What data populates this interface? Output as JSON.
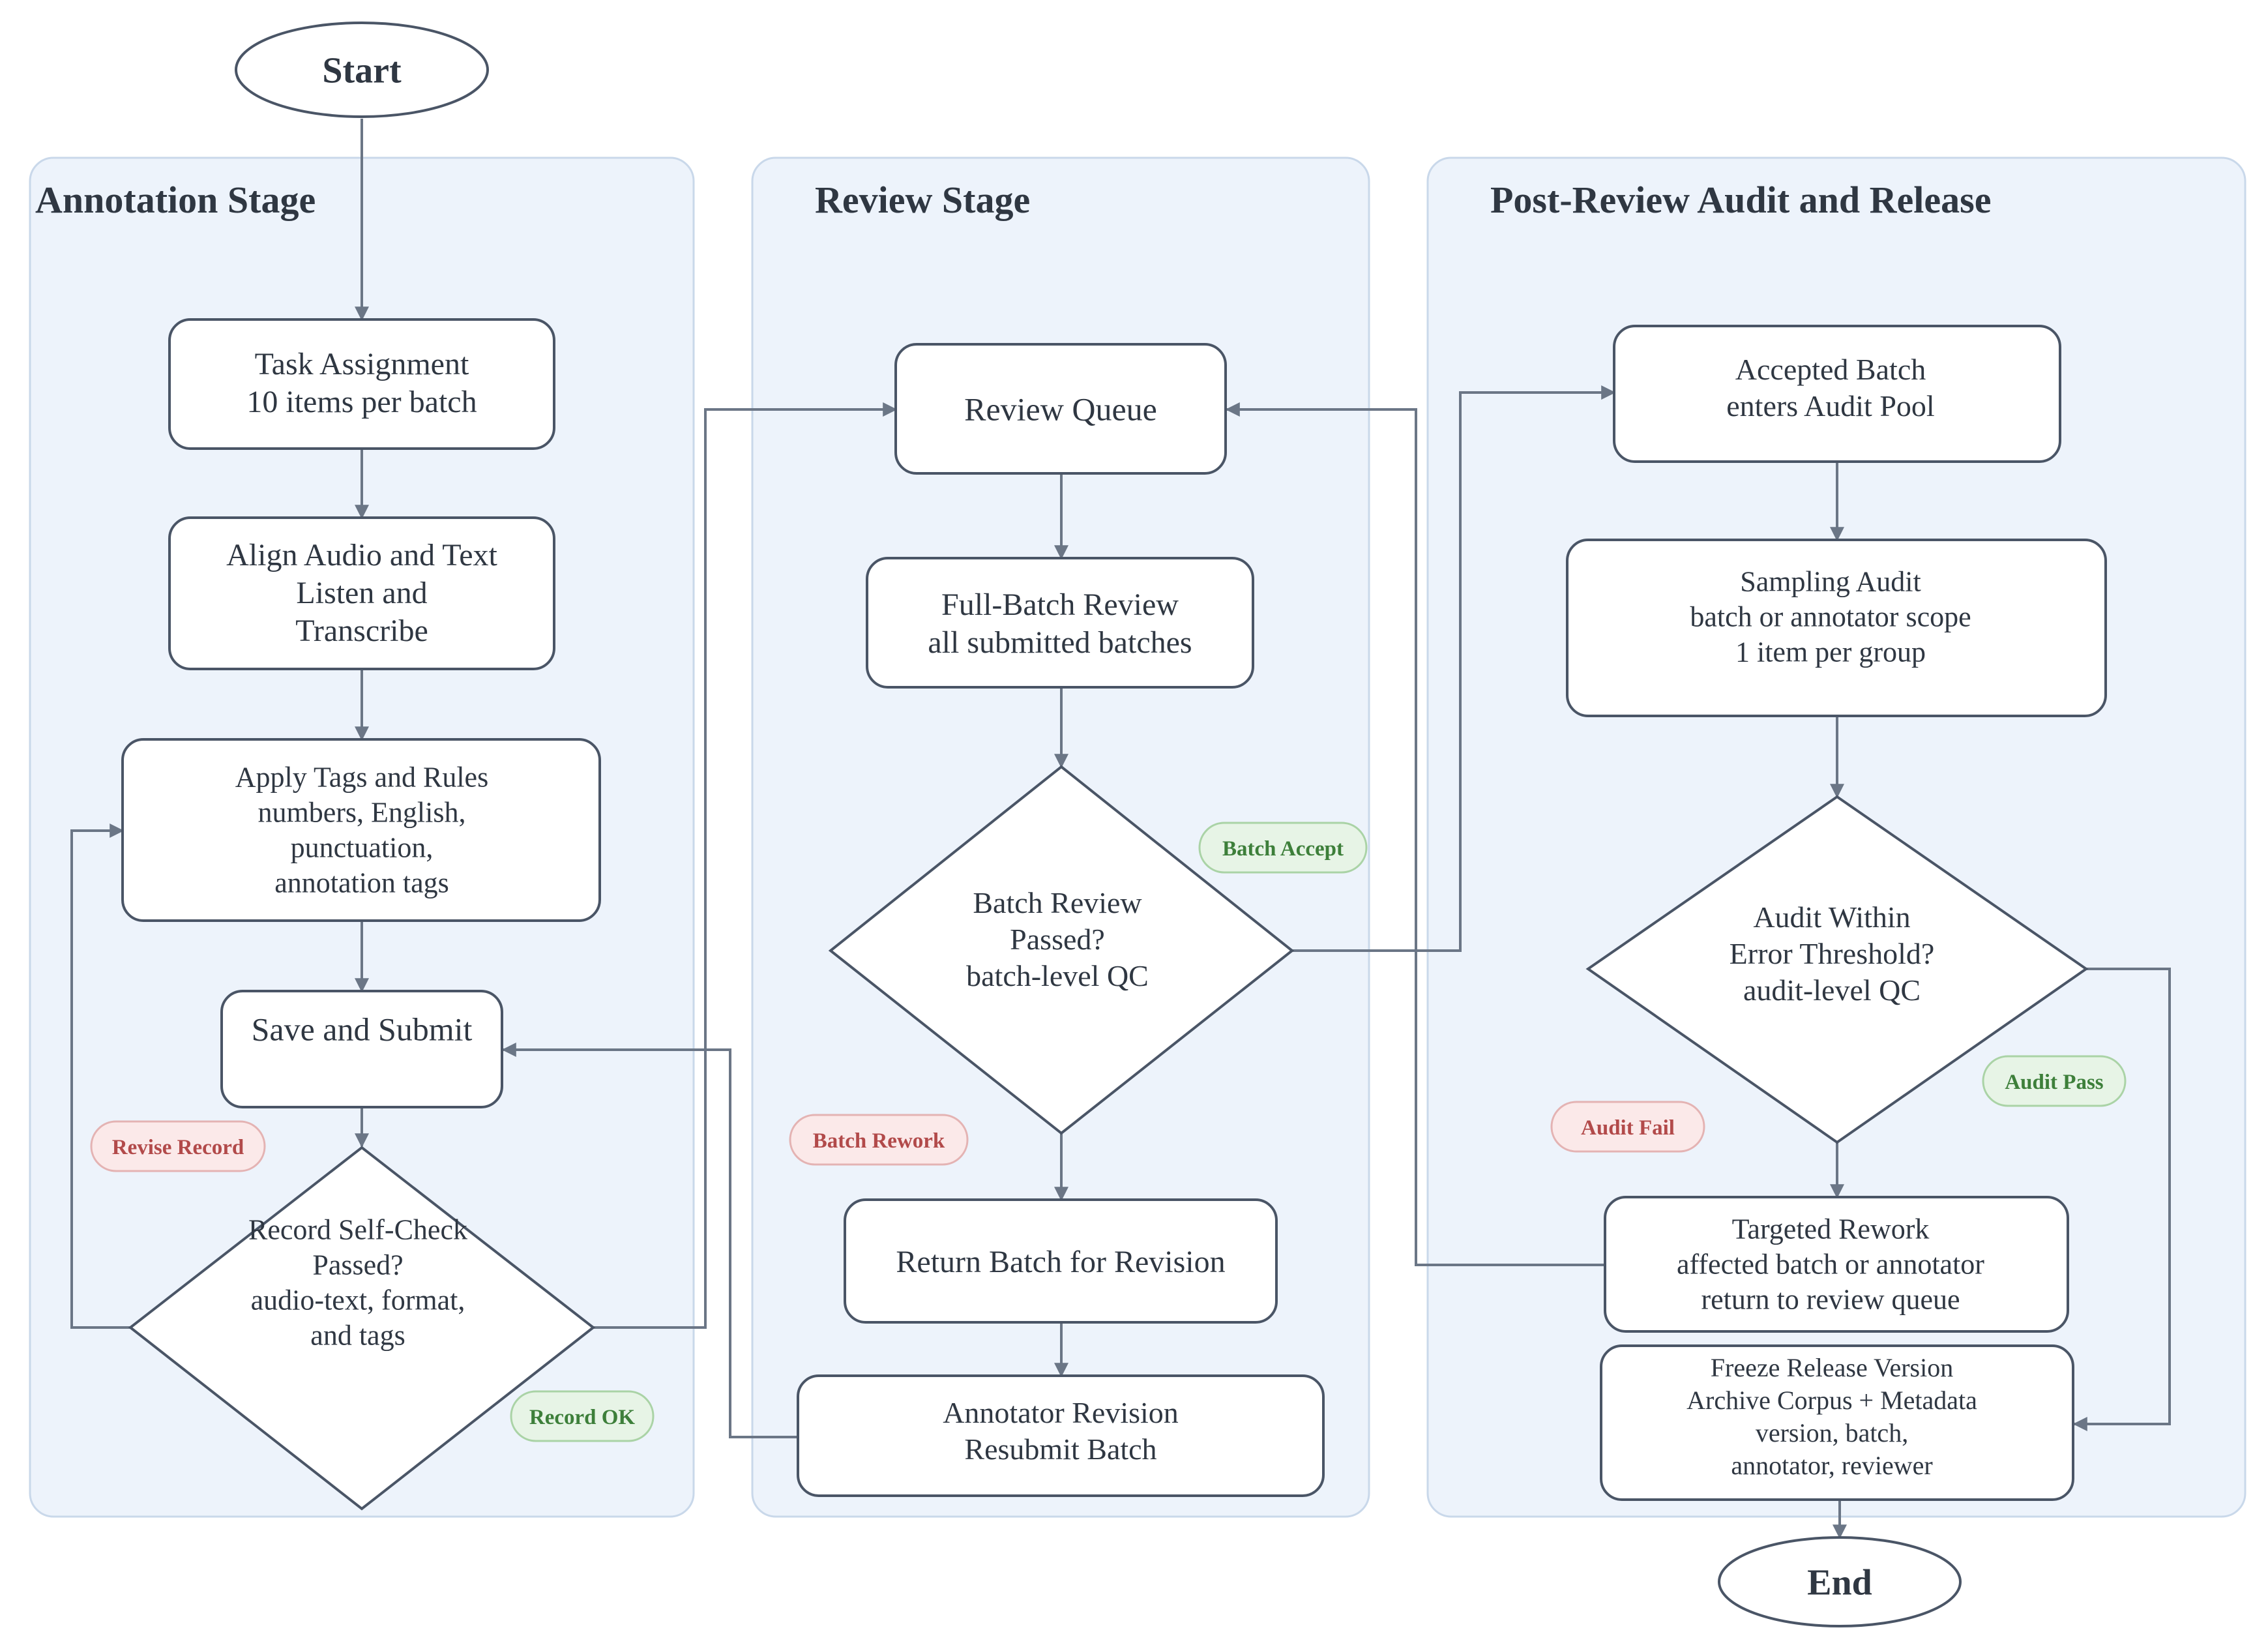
{
  "lanes": [
    {
      "id": "annotation",
      "title": "Annotation Stage"
    },
    {
      "id": "review",
      "title": "Review Stage"
    },
    {
      "id": "audit",
      "title": "Post-Review Audit and Release"
    }
  ],
  "nodes": {
    "start": {
      "lines": [
        "Start"
      ]
    },
    "task_assignment": {
      "lines": [
        "Task Assignment",
        "10 items per batch"
      ]
    },
    "align": {
      "lines": [
        "Align Audio and Text",
        "Listen and",
        "Transcribe"
      ]
    },
    "apply_tags": {
      "lines": [
        "Apply Tags and Rules",
        "numbers, English,",
        "punctuation,",
        "annotation tags"
      ]
    },
    "save_submit": {
      "lines": [
        "Save and Submit"
      ]
    },
    "self_check": {
      "lines": [
        "Record Self-Check",
        "Passed?",
        "audio-text, format,",
        "and tags"
      ]
    },
    "review_queue": {
      "lines": [
        "Review Queue"
      ]
    },
    "full_review": {
      "lines": [
        "Full-Batch Review",
        "all submitted batches"
      ]
    },
    "batch_decision": {
      "lines": [
        "Batch Review",
        "Passed?",
        "batch-level QC"
      ]
    },
    "return_batch": {
      "lines": [
        "Return Batch for Revision"
      ]
    },
    "annotator_revision": {
      "lines": [
        "Annotator Revision",
        "Resubmit Batch"
      ]
    },
    "accepted_batch": {
      "lines": [
        "Accepted Batch",
        "enters Audit Pool"
      ]
    },
    "sampling_audit": {
      "lines": [
        "Sampling Audit",
        "batch or annotator scope",
        "1 item per group"
      ]
    },
    "audit_decision": {
      "lines": [
        "Audit Within",
        "Error Threshold?",
        "audit-level QC"
      ]
    },
    "targeted_rework": {
      "lines": [
        "Targeted Rework",
        "affected batch or annotator",
        "return to review queue"
      ]
    },
    "freeze_release": {
      "lines": [
        "Freeze Release Version",
        "Archive Corpus + Metadata",
        "version, batch,",
        "annotator, reviewer"
      ]
    },
    "end": {
      "lines": [
        "End"
      ]
    }
  },
  "badges": {
    "revise_record": "Revise Record",
    "record_ok": "Record OK",
    "batch_accept": "Batch Accept",
    "batch_rework": "Batch Rework",
    "audit_fail": "Audit Fail",
    "audit_pass": "Audit Pass"
  },
  "colors": {
    "lane_fill": "#edf3fb",
    "lane_stroke": "#c9d8ea",
    "node_stroke": "#4a5566",
    "edge": "#6b7686",
    "text": "#2f3742",
    "badge_red_fill": "#fbe9e9",
    "badge_red_stroke": "#e4b3b3",
    "badge_red_text": "#b24a4a",
    "badge_green_fill": "#e7f4e6",
    "badge_green_stroke": "#aad3a6",
    "badge_green_text": "#3d7f3a"
  }
}
